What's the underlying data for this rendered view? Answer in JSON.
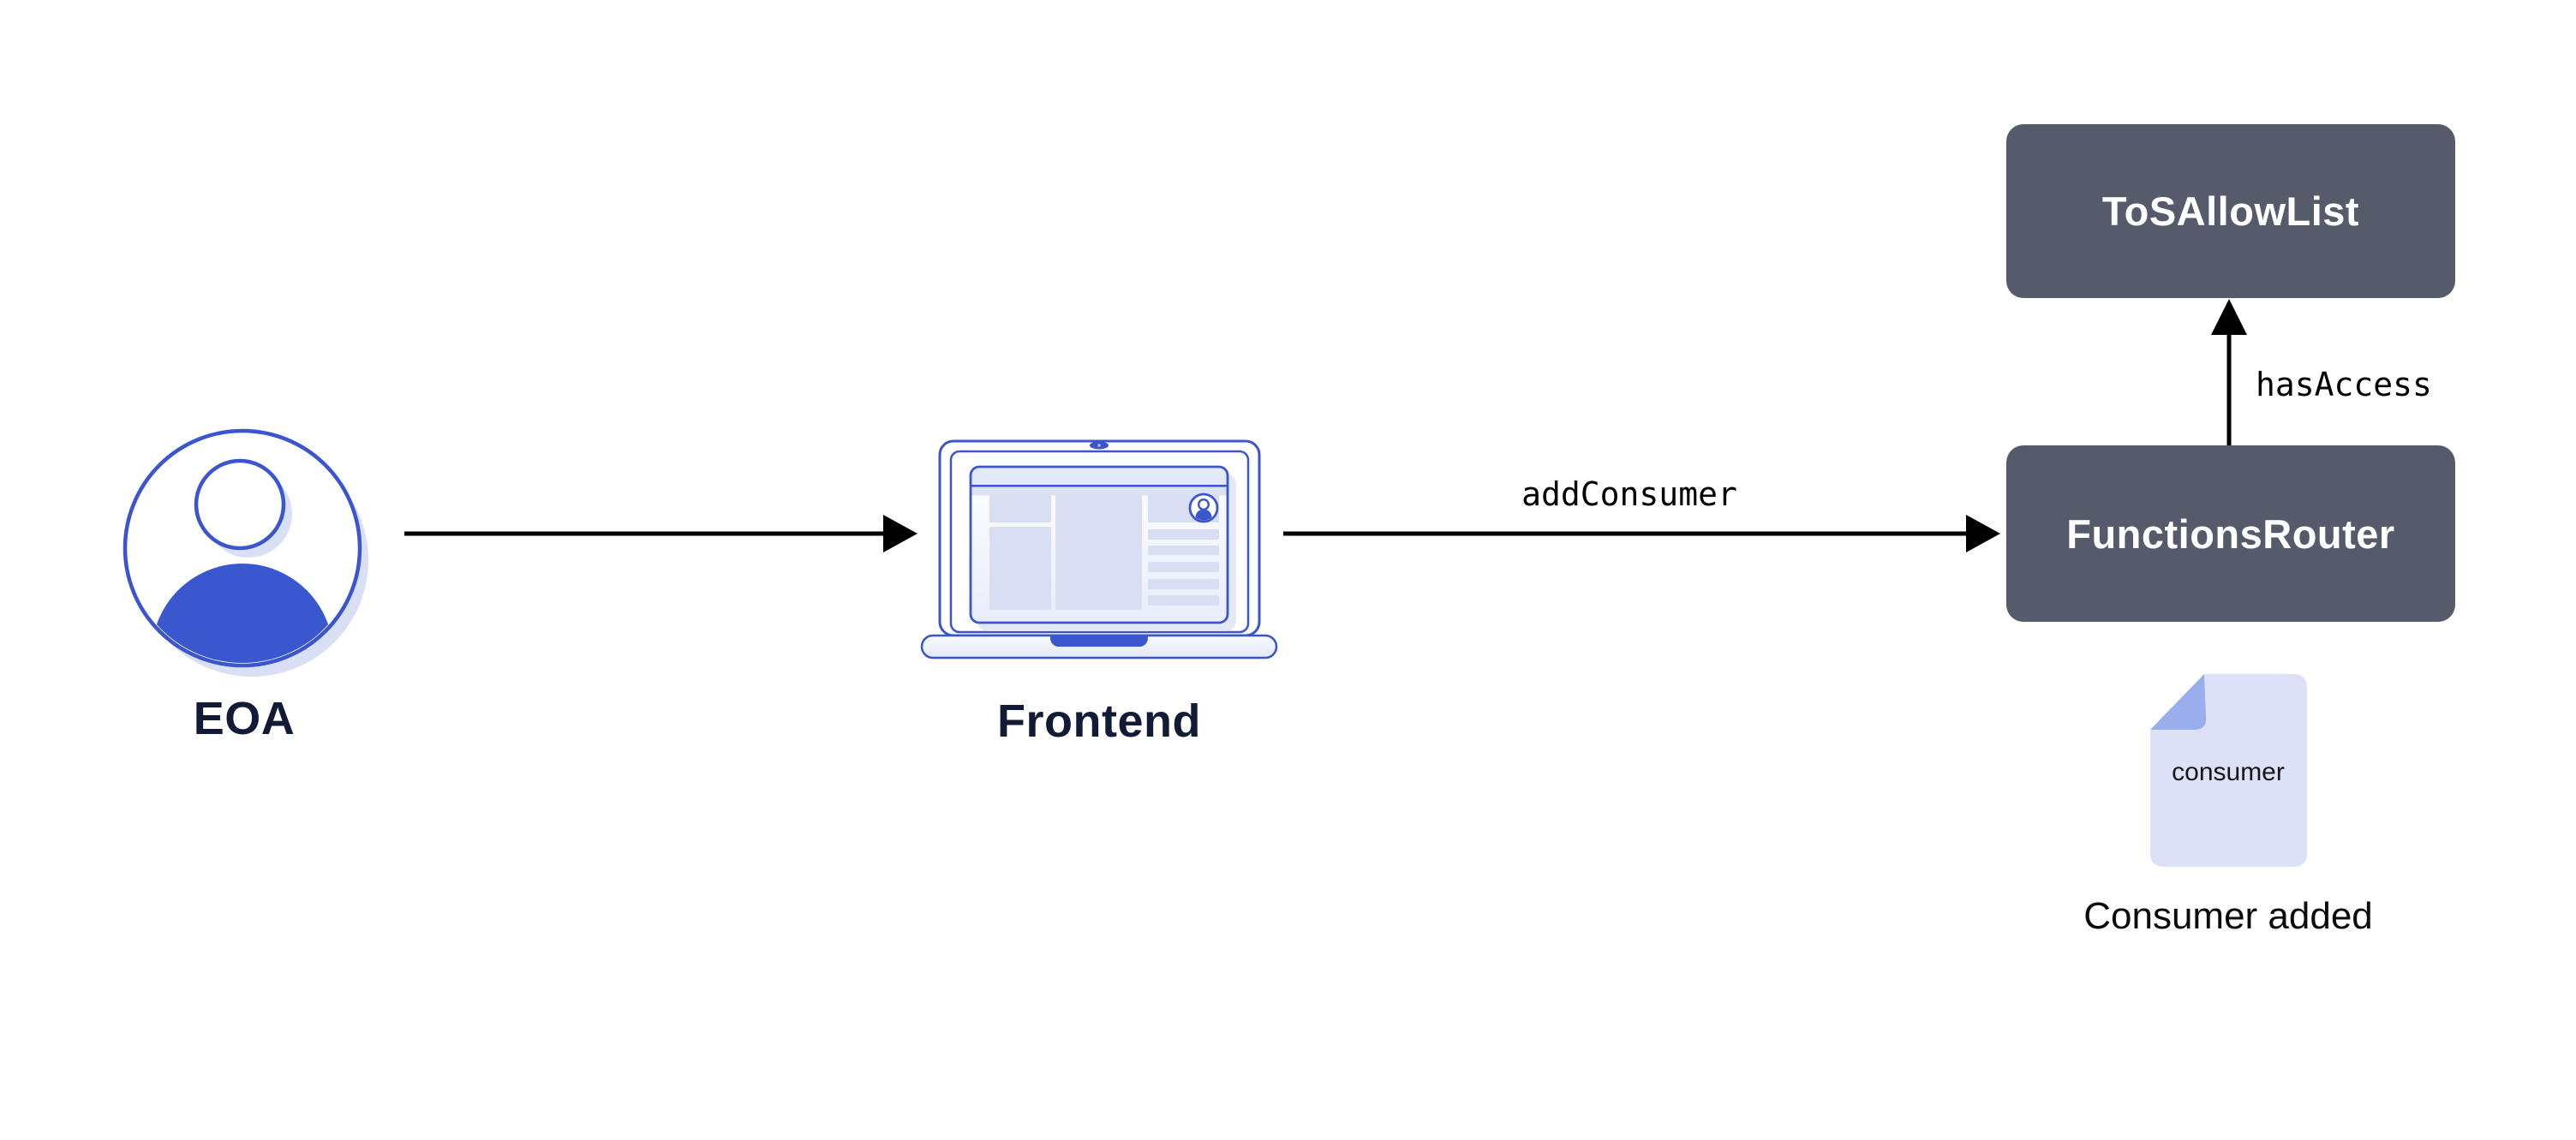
{
  "nodes": {
    "eoa": {
      "label": "EOA"
    },
    "frontend": {
      "label": "Frontend"
    },
    "tos_allow_list": {
      "label": "ToSAllowList"
    },
    "functions_router": {
      "label": "FunctionsRouter"
    }
  },
  "edges": {
    "frontend_to_router": {
      "label": "addConsumer"
    },
    "router_to_allowlist": {
      "label": "hasAccess"
    }
  },
  "artifact": {
    "document_label": "consumer",
    "caption": "Consumer added"
  },
  "theme": {
    "primary_blue": "#3b57d0",
    "stroke_blue": "#3a55ce",
    "soft_blue": "#d9e0f5",
    "panel_fill": "#d8dff3",
    "doc_fill": "#dbe2f7",
    "doc_fold": "#9aadec",
    "dark_slate": "#555b6a",
    "navy_text": "#121b36",
    "black": "#0b0b0b",
    "canvas_bg": "#ffffff"
  }
}
